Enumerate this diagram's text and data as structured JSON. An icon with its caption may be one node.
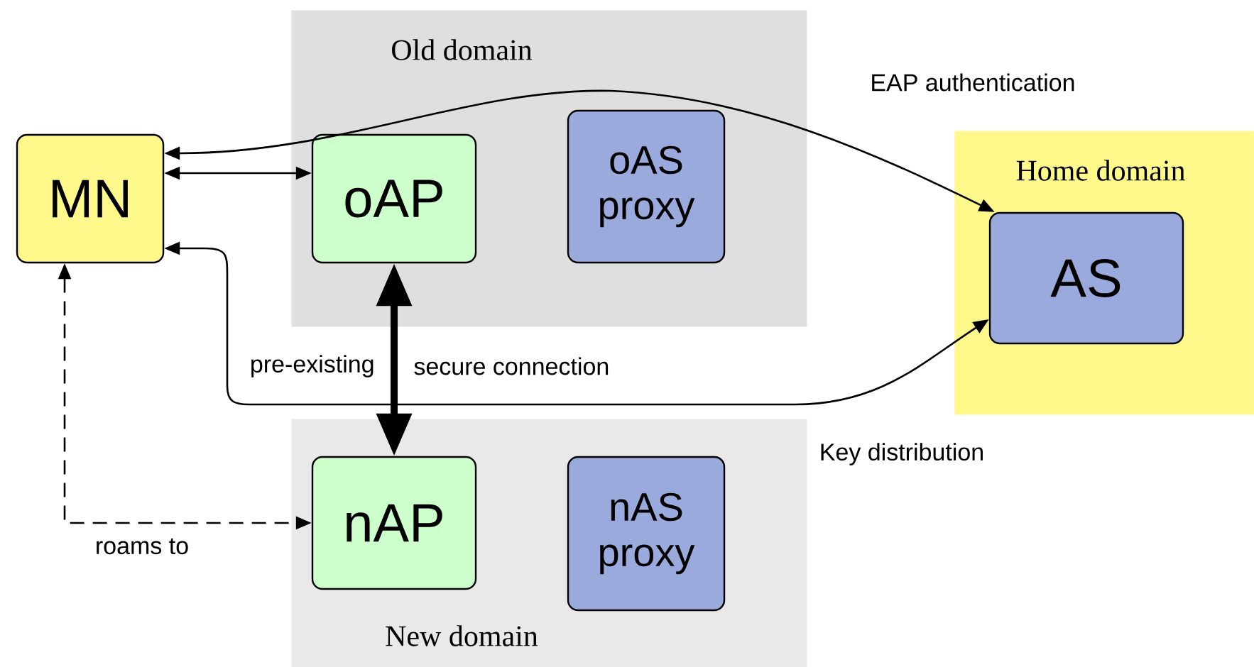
{
  "diagram": {
    "nodes": [
      {
        "text": [
          "Old domain"
        ]
      },
      {
        "text": [
          "MN"
        ]
      },
      {
        "text": [
          "oAP"
        ],
        "in": 0
      },
      {
        "text": [
          "oAS proxy"
        ],
        "in": 0
      },
      {
        "text": [
          "New domain"
        ]
      },
      {
        "text": [
          "nAP"
        ],
        "in": 4
      },
      {
        "text": [
          "nAS proxy"
        ],
        "in": 4
      },
      {
        "text": [
          "Home domain"
        ]
      },
      {
        "text": [
          "AS"
        ],
        "in": 7
      }
    ],
    "edges": [
      {
        "from": 1,
        "to": 8,
        "arrow": "both",
        "label": "EAP authentication"
      },
      {
        "from": 1,
        "to": 2,
        "arrow": "both"
      },
      {
        "from": 1,
        "to": 8,
        "arrow": "both",
        "label": "Key distribution"
      },
      {
        "from": 2,
        "to": 5,
        "arrow": "both",
        "style": "thick"
      },
      {
        "from": 1,
        "to": 5,
        "arrow": "both",
        "style": "dashed",
        "label": "roams to"
      }
    ],
    "labels": [
      "pre-existing",
      "secure connection"
    ]
  }
}
